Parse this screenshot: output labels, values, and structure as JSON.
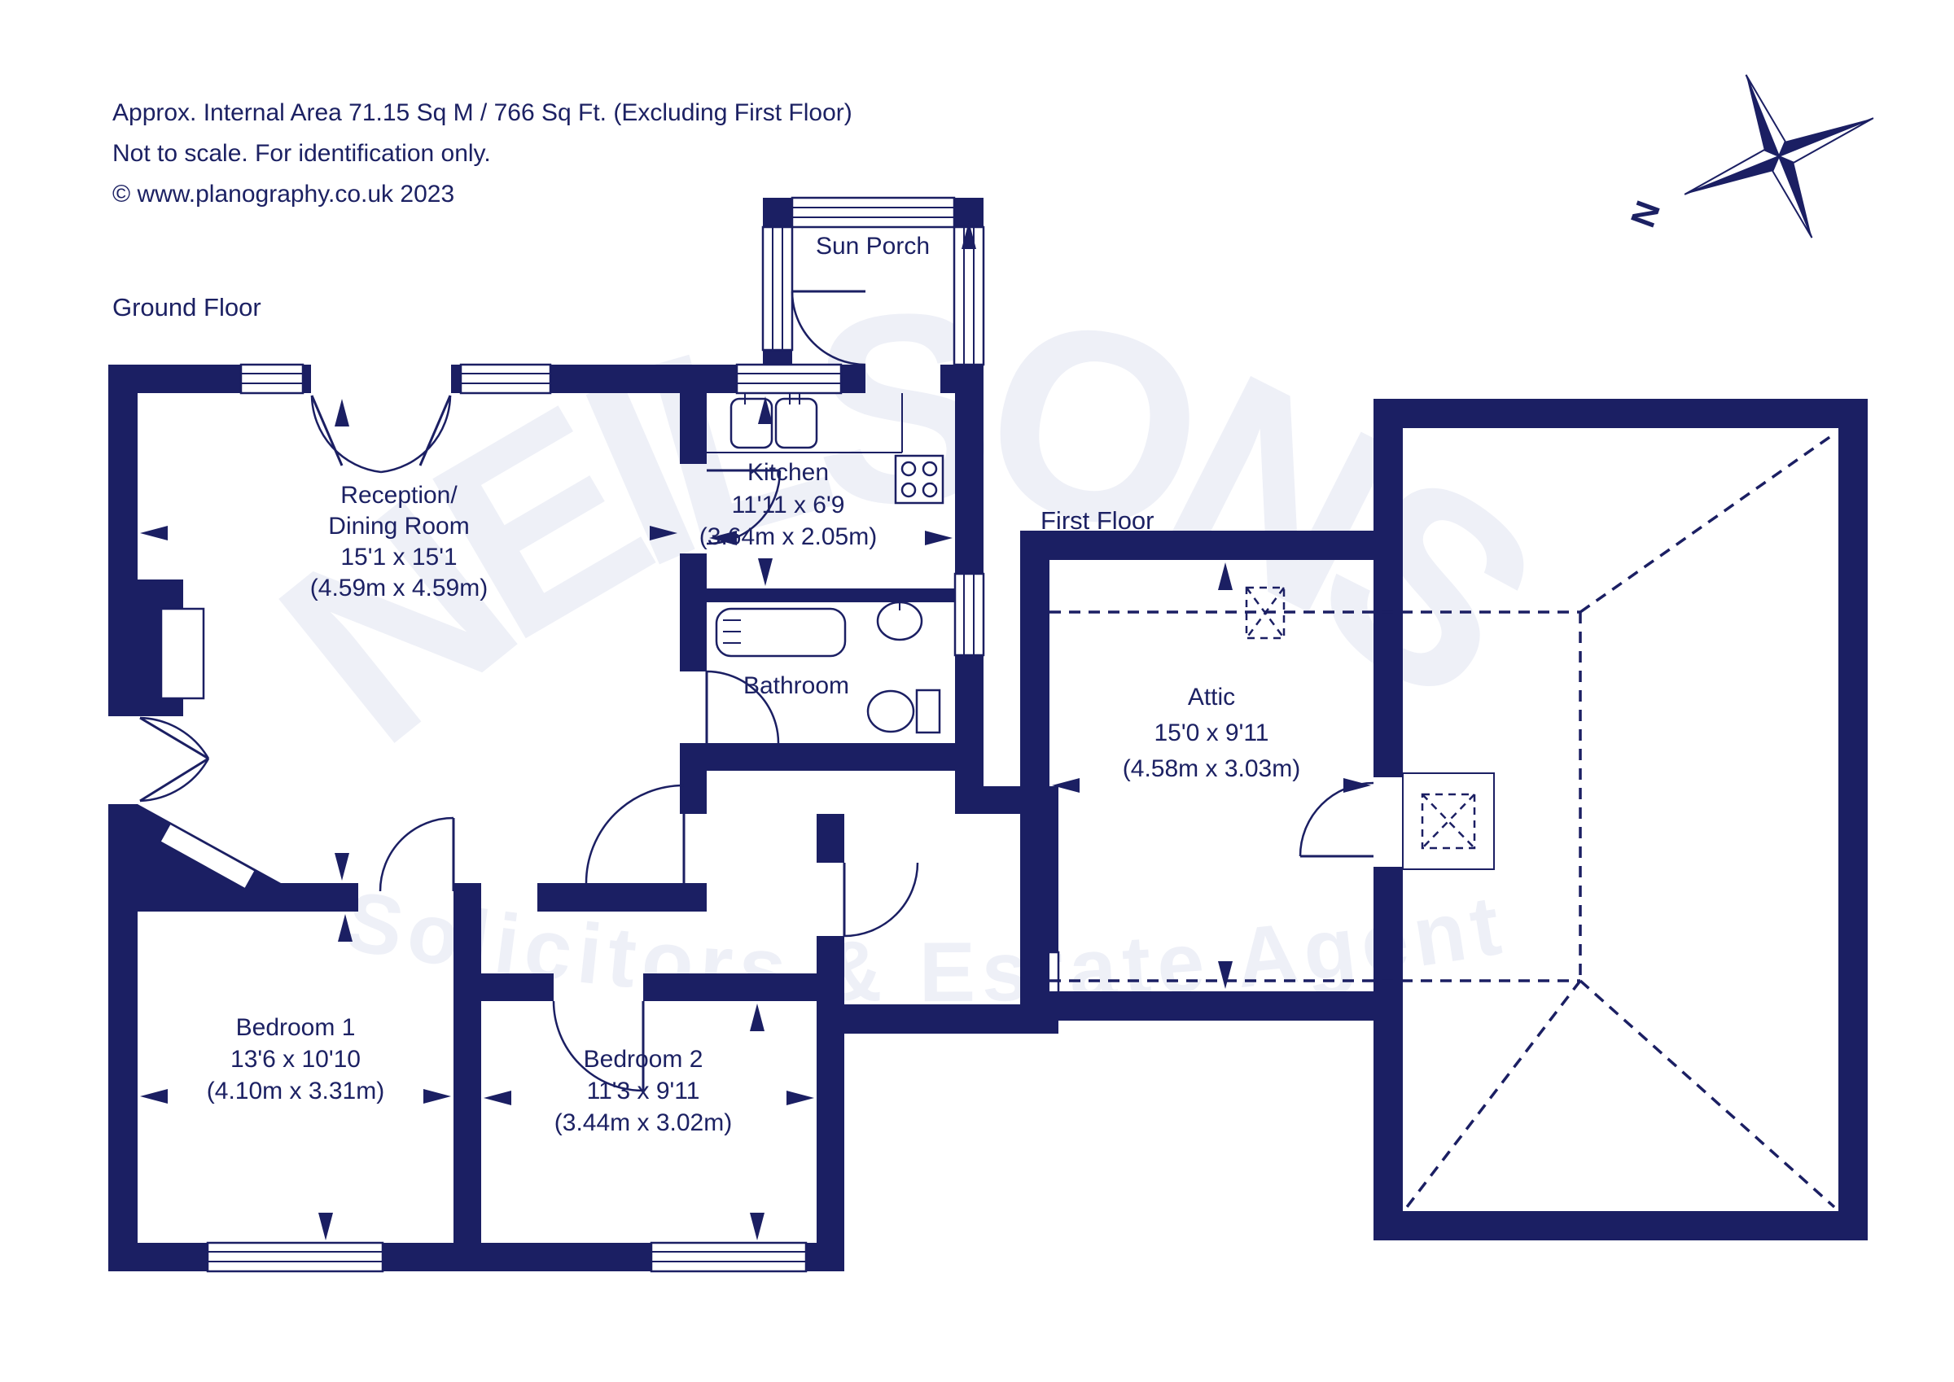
{
  "header": {
    "line1": "Approx. Internal Area 71.15 Sq M / 766 Sq Ft. (Excluding First Floor)",
    "line2": "Not to scale. For identification only.",
    "line3": "© www.planography.co.uk 2023"
  },
  "floors": {
    "ground": {
      "label": "Ground Floor"
    },
    "first": {
      "label": "First Floor"
    }
  },
  "rooms": {
    "sun_porch": {
      "name": "Sun Porch"
    },
    "kitchen": {
      "name": "Kitchen",
      "imperial": "11'11 x 6'9",
      "metric": "(3.64m x 2.05m)"
    },
    "reception": {
      "name_line1": "Reception/",
      "name_line2": "Dining Room",
      "imperial": "15'1 x 15'1",
      "metric": "(4.59m x 4.59m)"
    },
    "bathroom": {
      "name": "Bathroom"
    },
    "bedroom1": {
      "name": "Bedroom 1",
      "imperial": "13'6 x 10'10",
      "metric": "(4.10m x 3.31m)"
    },
    "bedroom2": {
      "name": "Bedroom 2",
      "imperial": "11'3 x 9'11",
      "metric": "(3.44m x 3.02m)"
    },
    "attic": {
      "name": "Attic",
      "imperial": "15'0 x 9'11",
      "metric": "(4.58m x 3.03m)"
    }
  },
  "compass": {
    "north_label": "N"
  },
  "watermark": {
    "line1": "NEILSONS",
    "line2": "Solicitors & Estate Agents"
  },
  "colors": {
    "navy": "#1b1f63",
    "text": "#1c2163",
    "watermark": "#eef0f7"
  }
}
